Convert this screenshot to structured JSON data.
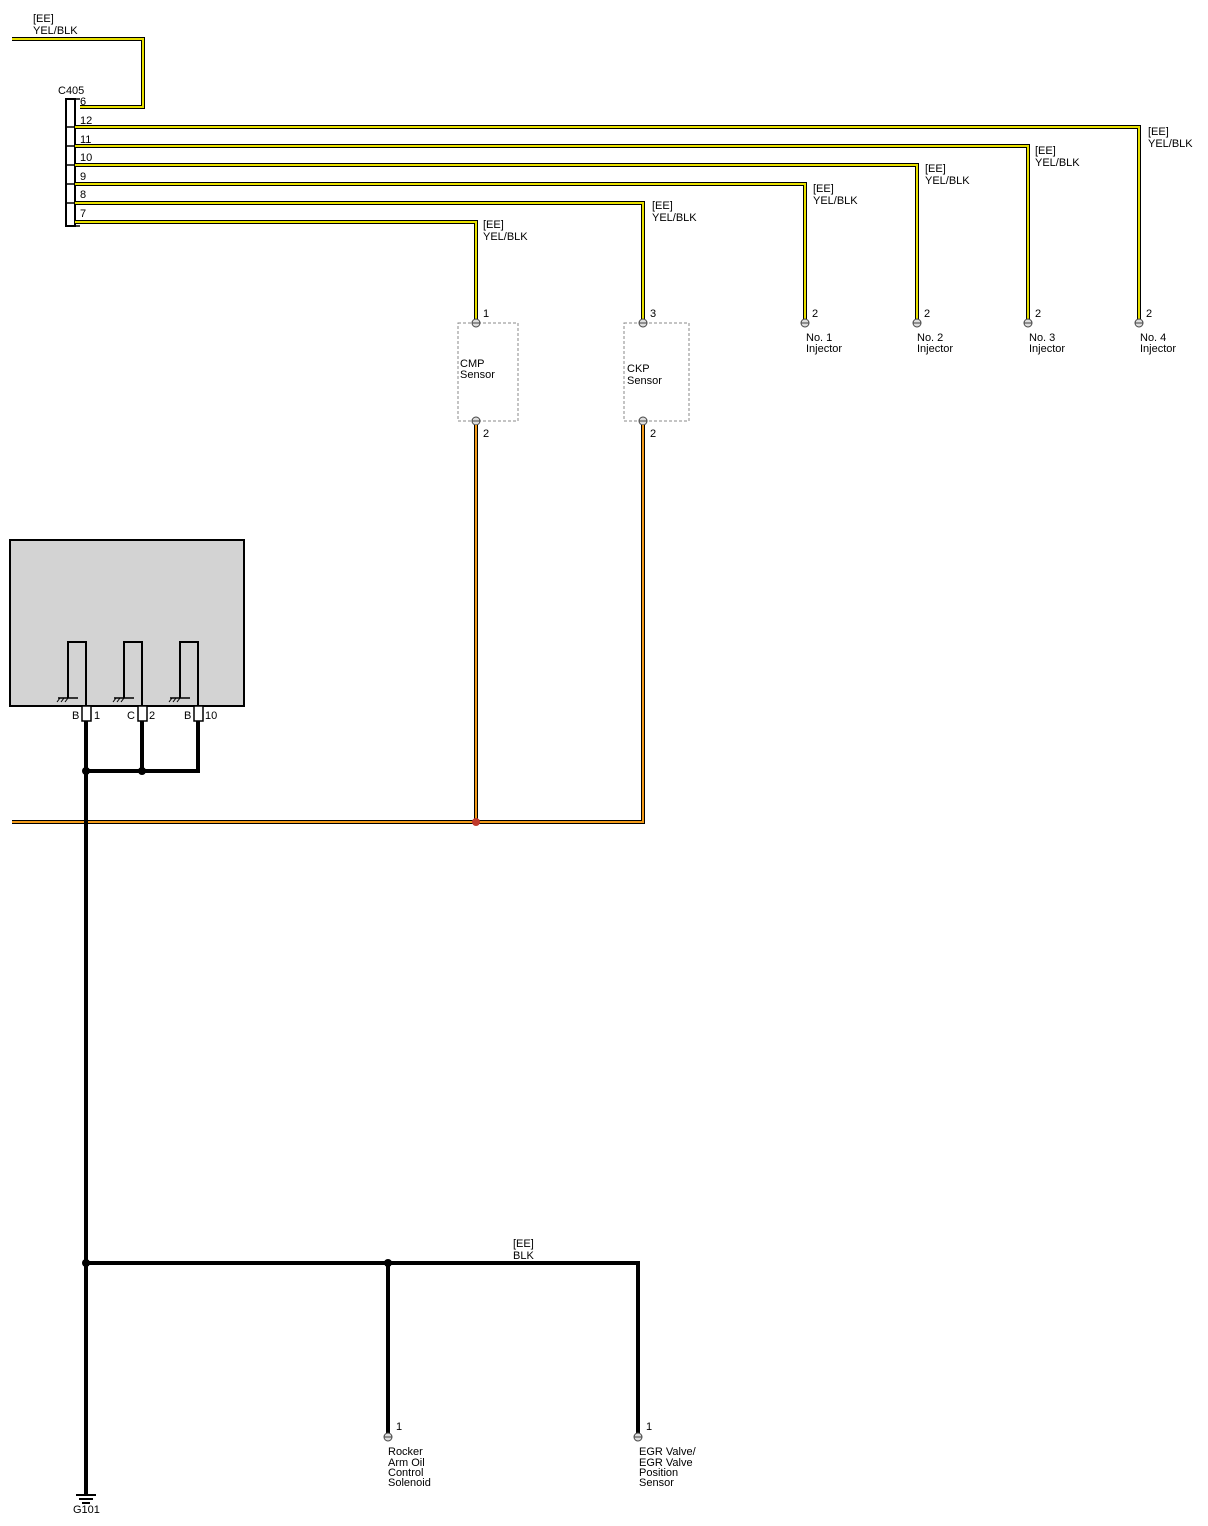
{
  "top_wire": {
    "code": "[EE]",
    "color": "YEL/BLK"
  },
  "connector": {
    "name": "C405",
    "pins": [
      "6",
      "12",
      "11",
      "10",
      "9",
      "8",
      "7"
    ]
  },
  "wire_labels": {
    "cmp": {
      "code": "[EE]",
      "color": "YEL/BLK"
    },
    "ckp": {
      "code": "[EE]",
      "color": "YEL/BLK"
    },
    "inj1": {
      "code": "[EE]",
      "color": "YEL/BLK"
    },
    "inj2": {
      "code": "[EE]",
      "color": "YEL/BLK"
    },
    "inj3": {
      "code": "[EE]",
      "color": "YEL/BLK"
    },
    "inj4": {
      "code": "[EE]",
      "color": "YEL/BLK"
    },
    "ground_bus": {
      "code": "[EE]",
      "color": "BLK"
    }
  },
  "sensors": {
    "cmp": {
      "line1": "CMP",
      "line2": "Sensor",
      "pin_top": "1",
      "pin_bottom": "2"
    },
    "ckp": {
      "line1": "CKP",
      "line2": "Sensor",
      "pin_top": "3",
      "pin_bottom": "2"
    }
  },
  "injectors": [
    {
      "pin": "2",
      "line1": "No. 1",
      "line2": "Injector"
    },
    {
      "pin": "2",
      "line1": "No. 2",
      "line2": "Injector"
    },
    {
      "pin": "2",
      "line1": "No. 3",
      "line2": "Injector"
    },
    {
      "pin": "2",
      "line1": "No. 4",
      "line2": "Injector"
    }
  ],
  "ecm_pins": [
    {
      "connector": "B",
      "pin": "1"
    },
    {
      "connector": "C",
      "pin": "2"
    },
    {
      "connector": "B",
      "pin": "10"
    }
  ],
  "loads": {
    "rocker": {
      "pin": "1",
      "lines": [
        "Rocker",
        "Arm Oil",
        "Control",
        "Solenoid"
      ]
    },
    "egr": {
      "pin": "1",
      "lines": [
        "EGR Valve/",
        "EGR Valve",
        "Position",
        "Sensor"
      ]
    }
  },
  "ground": {
    "name": "G101"
  },
  "colors": {
    "yel_blk_core": "#e8e000",
    "orange_core": "#f29a1a",
    "black": "#000000",
    "ecm_fill": "#d3d3d3",
    "splice_red": "#c0392b"
  }
}
